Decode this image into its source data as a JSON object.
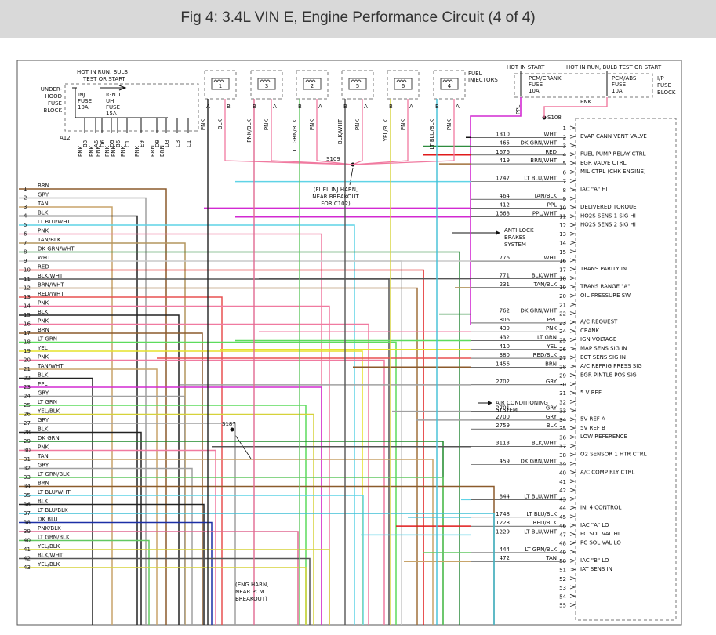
{
  "title": "Fig 4: 3.4L VIN E, Engine Performance Circuit (4 of 4)",
  "fuse_block": {
    "header_lines": [
      "HOT IN RUN, BULB",
      "TEST OR START"
    ],
    "label_lines": [
      "UNDER-",
      "HOOD",
      "FUSE",
      "BLOCK"
    ],
    "fuse1": [
      "INJ",
      "FUSE",
      "10A"
    ],
    "fuse2": [
      "IGN 1",
      "UH",
      "FUSE",
      "15A"
    ],
    "bottom_pin": "A12"
  },
  "injectors": {
    "label_lines": [
      "FUEL",
      "INJECTORS"
    ],
    "numbers": [
      "1",
      "3",
      "2",
      "5",
      "6",
      "4"
    ],
    "wires": [
      [
        "PNK",
        "A",
        "BLK",
        "B"
      ],
      [
        "PNK/BLK",
        "B",
        "PNK",
        "A"
      ],
      [
        "LT GRN/BLK",
        "B",
        "PNK",
        "A"
      ],
      [
        "BLK/WHT",
        "B",
        "PNK",
        "A"
      ],
      [
        "YEL/BLK",
        "B",
        "PNK",
        "A"
      ],
      [
        "LT BLU/BLK",
        "B",
        "PNK",
        "A"
      ]
    ]
  },
  "pcm_fuse_block": {
    "header_left": "HOT IN START",
    "header_right": "HOT IN RUN, BULB TEST OR START",
    "label_lines": [
      "I/P",
      "FUSE",
      "BLOCK"
    ],
    "fuse1": [
      "PCM/CRANK",
      "FUSE",
      "10A"
    ],
    "fuse2": [
      "PCM/ABS",
      "FUSE",
      "10A"
    ],
    "wire_left": "PPL",
    "wire_right": "PNK",
    "splice": "S108"
  },
  "top_labels": [
    {
      "text": "PNK",
      "pin": "B3"
    },
    {
      "text": "PNK",
      "pin": "A6"
    },
    {
      "text": "PNK",
      "pin": "D6"
    },
    {
      "text": "PNK",
      "pin": "D5"
    },
    {
      "text": "PNK",
      "pin": "B6"
    },
    {
      "text": "PNK",
      "pin": "C1"
    },
    {
      "text": "PNK",
      "pin": "E9"
    },
    {
      "text": "BRN",
      "pin": "D9"
    },
    {
      "text": "BRN",
      "pin": "D3"
    },
    {
      "text": "",
      "pin": "C3"
    },
    {
      "text": "",
      "pin": "C1"
    }
  ],
  "splices": {
    "s109": "S109",
    "s109_note": [
      "(FUEL INJ HARN,",
      "NEAR BREAKOUT",
      "FOR C102)"
    ],
    "s187": "S187",
    "s187_note": [
      "(ENG HARN,",
      "NEAR PCM",
      "BREAKOUT)"
    ]
  },
  "left_wires": [
    {
      "n": "1",
      "c": "BRN",
      "col": "#8b5a2b"
    },
    {
      "n": "2",
      "c": "GRY",
      "col": "#a0a0a0"
    },
    {
      "n": "3",
      "c": "TAN",
      "col": "#c8a46a"
    },
    {
      "n": "4",
      "c": "BLK",
      "col": "#222222"
    },
    {
      "n": "5",
      "c": "LT BLU/WHT",
      "col": "#5fd3e6"
    },
    {
      "n": "6",
      "c": "PNK",
      "col": "#f07aa0"
    },
    {
      "n": "7",
      "c": "TAN/BLK",
      "col": "#b3955f"
    },
    {
      "n": "8",
      "c": "DK GRN/WHT",
      "col": "#2e8b3e"
    },
    {
      "n": "9",
      "c": "WHT",
      "col": "#c8c8c8"
    },
    {
      "n": "10",
      "c": "RED",
      "col": "#e01b1b"
    },
    {
      "n": "11",
      "c": "BLK/WHT",
      "col": "#555555"
    },
    {
      "n": "12",
      "c": "BRN/WHT",
      "col": "#a0703c"
    },
    {
      "n": "13",
      "c": "RED/WHT",
      "col": "#e85050"
    },
    {
      "n": "14",
      "c": "PNK",
      "col": "#f07aa0"
    },
    {
      "n": "15",
      "c": "BLK",
      "col": "#222222"
    },
    {
      "n": "16",
      "c": "PNK",
      "col": "#f07aa0"
    },
    {
      "n": "17",
      "c": "BRN",
      "col": "#8b5a2b"
    },
    {
      "n": "18",
      "c": "LT GRN",
      "col": "#5ddc5d"
    },
    {
      "n": "19",
      "c": "YEL",
      "col": "#e6e22a"
    },
    {
      "n": "20",
      "c": "PNK",
      "col": "#f07aa0"
    },
    {
      "n": "21",
      "c": "TAN/WHT",
      "col": "#c8a46a"
    },
    {
      "n": "22",
      "c": "BLK",
      "col": "#222222"
    },
    {
      "n": "23",
      "c": "PPL",
      "col": "#d22ad2"
    },
    {
      "n": "24",
      "c": "GRY",
      "col": "#a0a0a0"
    },
    {
      "n": "25",
      "c": "LT GRN",
      "col": "#5ddc5d"
    },
    {
      "n": "26",
      "c": "YEL/BLK",
      "col": "#d6d23a"
    },
    {
      "n": "27",
      "c": "GRY",
      "col": "#a0a0a0"
    },
    {
      "n": "28",
      "c": "BLK",
      "col": "#222222"
    },
    {
      "n": "29",
      "c": "DK GRN",
      "col": "#1f8a2a"
    },
    {
      "n": "30",
      "c": "PNK",
      "col": "#f07aa0"
    },
    {
      "n": "31",
      "c": "TAN",
      "col": "#c8a46a"
    },
    {
      "n": "32",
      "c": "GRY",
      "col": "#a0a0a0"
    },
    {
      "n": "33",
      "c": "LT GRN/BLK",
      "col": "#62c862"
    },
    {
      "n": "34",
      "c": "BRN",
      "col": "#8b5a2b"
    },
    {
      "n": "35",
      "c": "LT BLU/WHT",
      "col": "#5fd3e6"
    },
    {
      "n": "36",
      "c": "BLK",
      "col": "#222222"
    },
    {
      "n": "37",
      "c": "LT BLU/BLK",
      "col": "#3fbfd6"
    },
    {
      "n": "38",
      "c": "DK BLU",
      "col": "#1c2fa6"
    },
    {
      "n": "39",
      "c": "PNK/BLK",
      "col": "#e06a92"
    },
    {
      "n": "40",
      "c": "LT GRN/BLK",
      "col": "#62c862"
    },
    {
      "n": "41",
      "c": "YEL/BLK",
      "col": "#d6d23a"
    },
    {
      "n": "42",
      "c": "BLK/WHT",
      "col": "#555555"
    },
    {
      "n": "43",
      "c": "YEL/BLK",
      "col": "#d6d23a"
    }
  ],
  "right_pins": [
    {
      "n": "1",
      "circ": "",
      "c": "",
      "f": "EVAP CANN VENT VALVE"
    },
    {
      "n": "2",
      "circ": "1310",
      "c": "WHT",
      "f": ""
    },
    {
      "n": "3",
      "circ": "465",
      "c": "DK GRN/WHT",
      "f": "FUEL PUMP RELAY CTRL"
    },
    {
      "n": "4",
      "circ": "1676",
      "c": "RED",
      "f": "EGR VALVE CTRL"
    },
    {
      "n": "5",
      "circ": "419",
      "c": "BRN/WHT",
      "f": "MIL CTRL (CHK ENGINE)"
    },
    {
      "n": "6",
      "circ": "",
      "c": "",
      "f": ""
    },
    {
      "n": "7",
      "circ": "1747",
      "c": "LT BLU/WHT",
      "f": "IAC \"A\" HI"
    },
    {
      "n": "8",
      "circ": "",
      "c": "",
      "f": ""
    },
    {
      "n": "9",
      "circ": "464",
      "c": "TAN/BLK",
      "f": "DELIVERED TORQUE"
    },
    {
      "n": "10",
      "circ": "412",
      "c": "PPL",
      "f": "HO2S SENS 1 SIG HI"
    },
    {
      "n": "11",
      "circ": "1668",
      "c": "PPL/WHT",
      "f": "HO2S SENS 2 SIG HI"
    },
    {
      "n": "12",
      "circ": "",
      "c": "",
      "f": ""
    },
    {
      "n": "13",
      "circ": "",
      "c": "",
      "f": ""
    },
    {
      "n": "14",
      "circ": "",
      "c": "",
      "f": ""
    },
    {
      "n": "15",
      "circ": "",
      "c": "",
      "f": ""
    },
    {
      "n": "16",
      "circ": "776",
      "c": "WHT",
      "f": "TRANS PARITY IN"
    },
    {
      "n": "17",
      "circ": "",
      "c": "",
      "f": ""
    },
    {
      "n": "18",
      "circ": "771",
      "c": "BLK/WHT",
      "f": "TRANS RANGE \"A\""
    },
    {
      "n": "19",
      "circ": "231",
      "c": "TAN/BLK",
      "f": "OIL PRESSURE SW"
    },
    {
      "n": "20",
      "circ": "",
      "c": "",
      "f": ""
    },
    {
      "n": "21",
      "circ": "",
      "c": "",
      "f": ""
    },
    {
      "n": "22",
      "circ": "762",
      "c": "DK GRN/WHT",
      "f": "A/C REQUEST"
    },
    {
      "n": "23",
      "circ": "806",
      "c": "PPL",
      "f": "CRANK"
    },
    {
      "n": "24",
      "circ": "439",
      "c": "PNK",
      "f": "IGN VOLTAGE"
    },
    {
      "n": "25",
      "circ": "432",
      "c": "LT GRN",
      "f": "MAP SENS SIG IN"
    },
    {
      "n": "26",
      "circ": "410",
      "c": "YEL",
      "f": "ECT SENS SIG IN"
    },
    {
      "n": "27",
      "circ": "380",
      "c": "RED/BLK",
      "f": "A/C REFRIG PRESS SIG"
    },
    {
      "n": "28",
      "circ": "1456",
      "c": "BRN",
      "f": "EGR PINTLE POS SIG"
    },
    {
      "n": "29",
      "circ": "",
      "c": "",
      "f": ""
    },
    {
      "n": "30",
      "circ": "2702",
      "c": "GRY",
      "f": "5 V REF"
    },
    {
      "n": "31",
      "circ": "",
      "c": "",
      "f": ""
    },
    {
      "n": "32",
      "circ": "",
      "c": "",
      "f": ""
    },
    {
      "n": "33",
      "circ": "2701",
      "c": "GRY",
      "f": "5V REF A"
    },
    {
      "n": "34",
      "circ": "2700",
      "c": "GRY",
      "f": "5V REF B"
    },
    {
      "n": "35",
      "circ": "2759",
      "c": "BLK",
      "f": "LOW REFERENCE"
    },
    {
      "n": "36",
      "circ": "",
      "c": "",
      "f": ""
    },
    {
      "n": "37",
      "circ": "3113",
      "c": "BLK/WHT",
      "f": "O2 SENSOR 1 HTR CTRL"
    },
    {
      "n": "38",
      "circ": "",
      "c": "",
      "f": ""
    },
    {
      "n": "39",
      "circ": "459",
      "c": "DK GRN/WHT",
      "f": "A/C COMP RLY CTRL"
    },
    {
      "n": "40",
      "circ": "",
      "c": "",
      "f": ""
    },
    {
      "n": "41",
      "circ": "",
      "c": "",
      "f": ""
    },
    {
      "n": "42",
      "circ": "",
      "c": "",
      "f": ""
    },
    {
      "n": "43",
      "circ": "844",
      "c": "LT BLU/WHT",
      "f": "INJ 4 CONTROL"
    },
    {
      "n": "44",
      "circ": "",
      "c": "",
      "f": ""
    },
    {
      "n": "45",
      "circ": "1748",
      "c": "LT BLU/BLK",
      "f": "IAC \"A\" LO"
    },
    {
      "n": "46",
      "circ": "1228",
      "c": "RED/BLK",
      "f": "PC SOL VAL HI"
    },
    {
      "n": "47",
      "circ": "1229",
      "c": "LT BLU/WHT",
      "f": "PC SOL VAL LO"
    },
    {
      "n": "48",
      "circ": "",
      "c": "",
      "f": ""
    },
    {
      "n": "49",
      "circ": "444",
      "c": "LT GRN/BLK",
      "f": "IAC \"B\" LO"
    },
    {
      "n": "50",
      "circ": "472",
      "c": "TAN",
      "f": "IAT SENS IN"
    },
    {
      "n": "51",
      "circ": "",
      "c": "",
      "f": ""
    },
    {
      "n": "52",
      "circ": "",
      "c": "",
      "f": ""
    },
    {
      "n": "53",
      "circ": "",
      "c": "",
      "f": ""
    },
    {
      "n": "54",
      "circ": "",
      "c": "",
      "f": ""
    },
    {
      "n": "55",
      "circ": "",
      "c": "",
      "f": ""
    }
  ],
  "side_labels": {
    "abs": [
      "ANTI-LOCK",
      "BRAKES",
      "SYSTEM"
    ],
    "ac": [
      "AIR CONDITIONING",
      "SYSTEM"
    ]
  }
}
